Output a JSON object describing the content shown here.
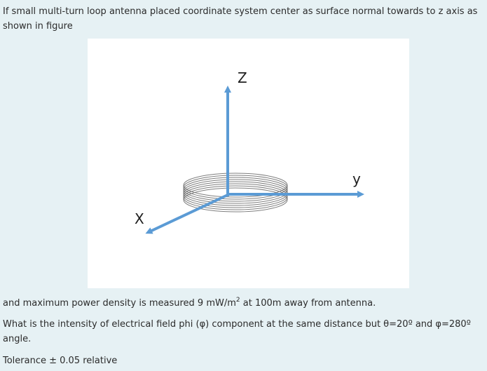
{
  "question": {
    "intro": "If small multi-turn loop antenna placed coordinate system center as surface normal towards to z axis as shown in figure",
    "power_prefix": "and maximum power density is measured 9 mW/m",
    "power_sup": "2",
    "power_suffix": " at 100m away from antenna.",
    "question_text": "What is the intensity of electrical field phi (φ) component at the same distance but θ=20º  and  φ=280º angle.",
    "tolerance": "Tolerance ± 0.05 relative"
  },
  "figure": {
    "z_label": "Z",
    "y_label": "y",
    "x_label": "X",
    "axis_color": "#5b9bd5",
    "loop_color": "#7f7f7f"
  }
}
